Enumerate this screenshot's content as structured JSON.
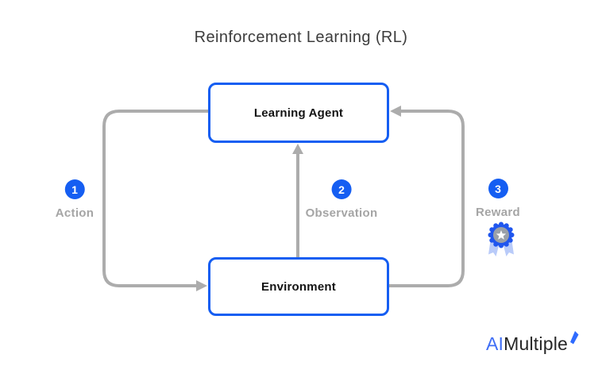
{
  "title": "Reinforcement Learning (RL)",
  "nodes": {
    "agent": {
      "label": "Learning Agent"
    },
    "environment": {
      "label": "Environment"
    }
  },
  "steps": [
    {
      "number": "1",
      "label": "Action"
    },
    {
      "number": "2",
      "label": "Observation"
    },
    {
      "number": "3",
      "label": "Reward"
    }
  ],
  "edges": [
    {
      "from": "Learning Agent",
      "to": "Environment",
      "via": "left-loop",
      "step": "1",
      "label": "Action"
    },
    {
      "from": "Environment",
      "to": "Learning Agent",
      "via": "middle-vertical",
      "step": "2",
      "label": "Observation"
    },
    {
      "from": "Environment",
      "to": "Learning Agent",
      "via": "right-loop",
      "step": "3",
      "label": "Reward"
    }
  ],
  "icons": {
    "reward": "award-ribbon-icon",
    "logo_mark": "spark-icon"
  },
  "logo": {
    "prefix": "AI",
    "suffix": "Multiple"
  },
  "colors": {
    "accent_blue": "#155ef2",
    "arrow_gray": "#acacac",
    "label_gray": "#a5a5a5",
    "title_gray": "#3c3c3c",
    "ribbon_light_blue": "#b9cbf9",
    "ribbon_inner_gray": "#9aa0a8",
    "logo_blue": "#3f6ef5",
    "logo_dark": "#262626"
  }
}
